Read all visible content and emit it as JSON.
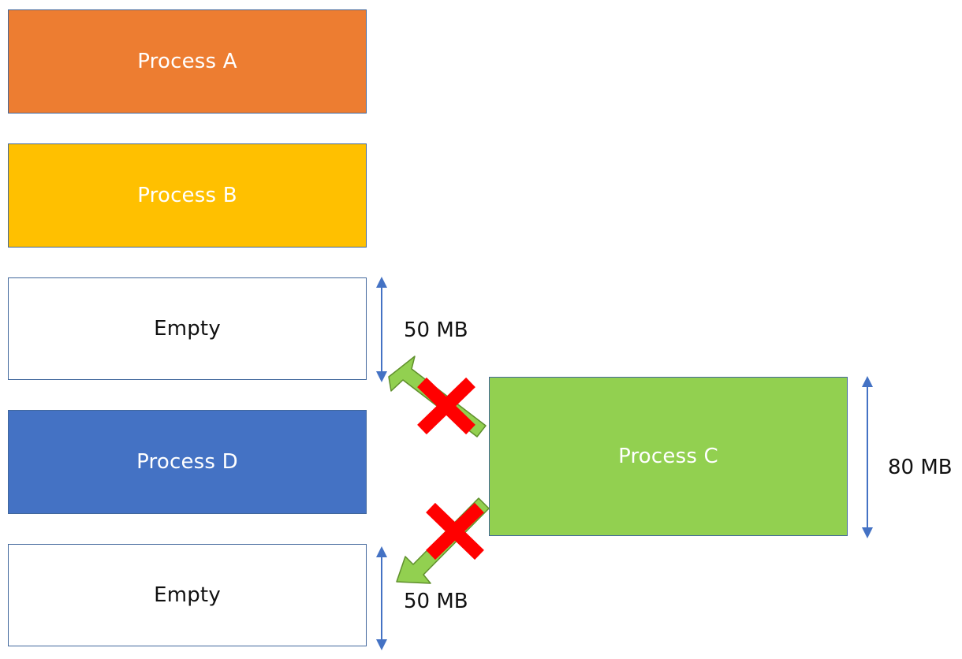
{
  "colors": {
    "process_a": "#ED7D31",
    "process_b": "#FFC000",
    "process_c": "#92D050",
    "process_d": "#4472C4",
    "empty": "#FFFFFF",
    "border": "#41679C",
    "dimension_arrow": "#4472C4",
    "blocked_mark": "#FF0000",
    "move_arrow": "#92D050"
  },
  "memory_blocks": [
    {
      "label": "Process A"
    },
    {
      "label": "Process B"
    },
    {
      "label": "Empty"
    },
    {
      "label": "Process D"
    },
    {
      "label": "Empty"
    }
  ],
  "incoming_process": {
    "label": "Process C",
    "size": "80 MB"
  },
  "holes": [
    {
      "size": "50 MB"
    },
    {
      "size": "50 MB"
    }
  ],
  "icons": {
    "move_arrow": "arrow-icon",
    "blocked": "x-mark-icon",
    "dimension": "double-arrow-icon"
  }
}
